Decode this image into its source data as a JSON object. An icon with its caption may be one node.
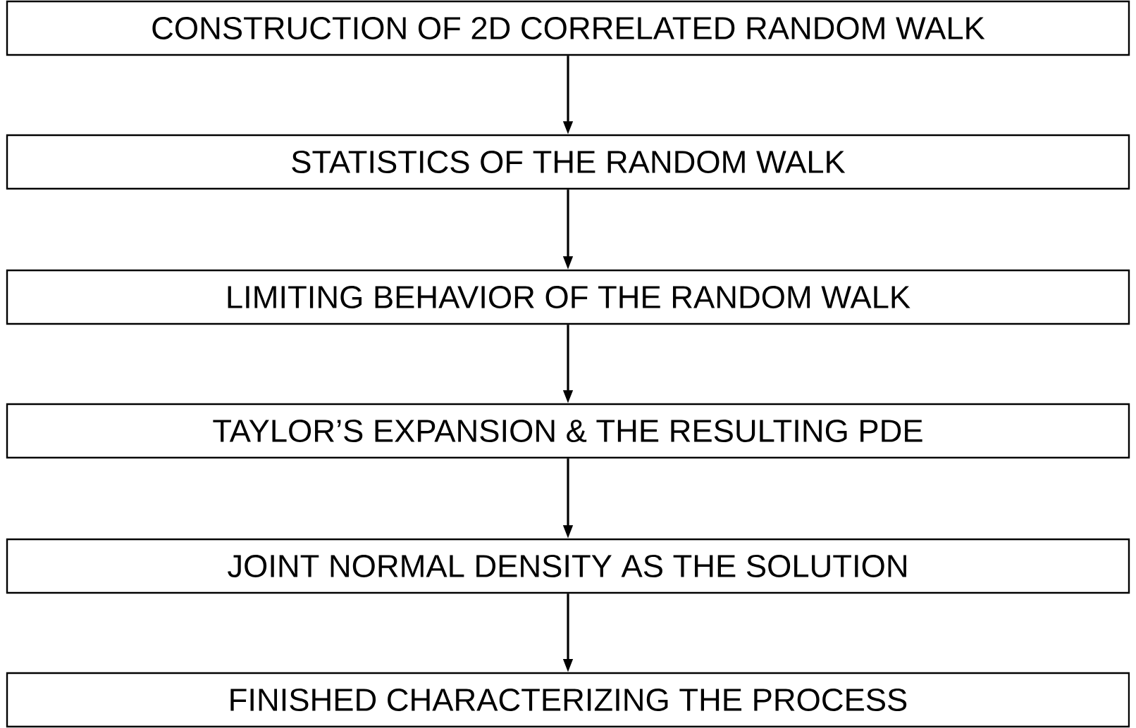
{
  "diagram": {
    "nodes": [
      {
        "text": [
          "CONSTRUCTION OF 2D CORRELATED RANDOM WALK"
        ]
      },
      {
        "text": [
          "STATISTICS OF THE RANDOM WALK"
        ]
      },
      {
        "text": [
          "LIMITING BEHAVIOR OF THE RANDOM WALK"
        ]
      },
      {
        "text": [
          "TAYLOR’S EXPANSION & THE RESULTING PDE"
        ]
      },
      {
        "text": [
          "JOINT NORMAL DENSITY AS THE SOLUTION"
        ]
      },
      {
        "text": [
          "FINISHED CHARACTERIZING THE PROCESS"
        ]
      }
    ],
    "edges": [
      {
        "from": 0,
        "to": 1,
        "arrow": "to"
      },
      {
        "from": 1,
        "to": 2,
        "arrow": "to"
      },
      {
        "from": 2,
        "to": 3,
        "arrow": "to"
      },
      {
        "from": 3,
        "to": 4,
        "arrow": "to"
      },
      {
        "from": 4,
        "to": 5,
        "arrow": "to"
      }
    ]
  }
}
